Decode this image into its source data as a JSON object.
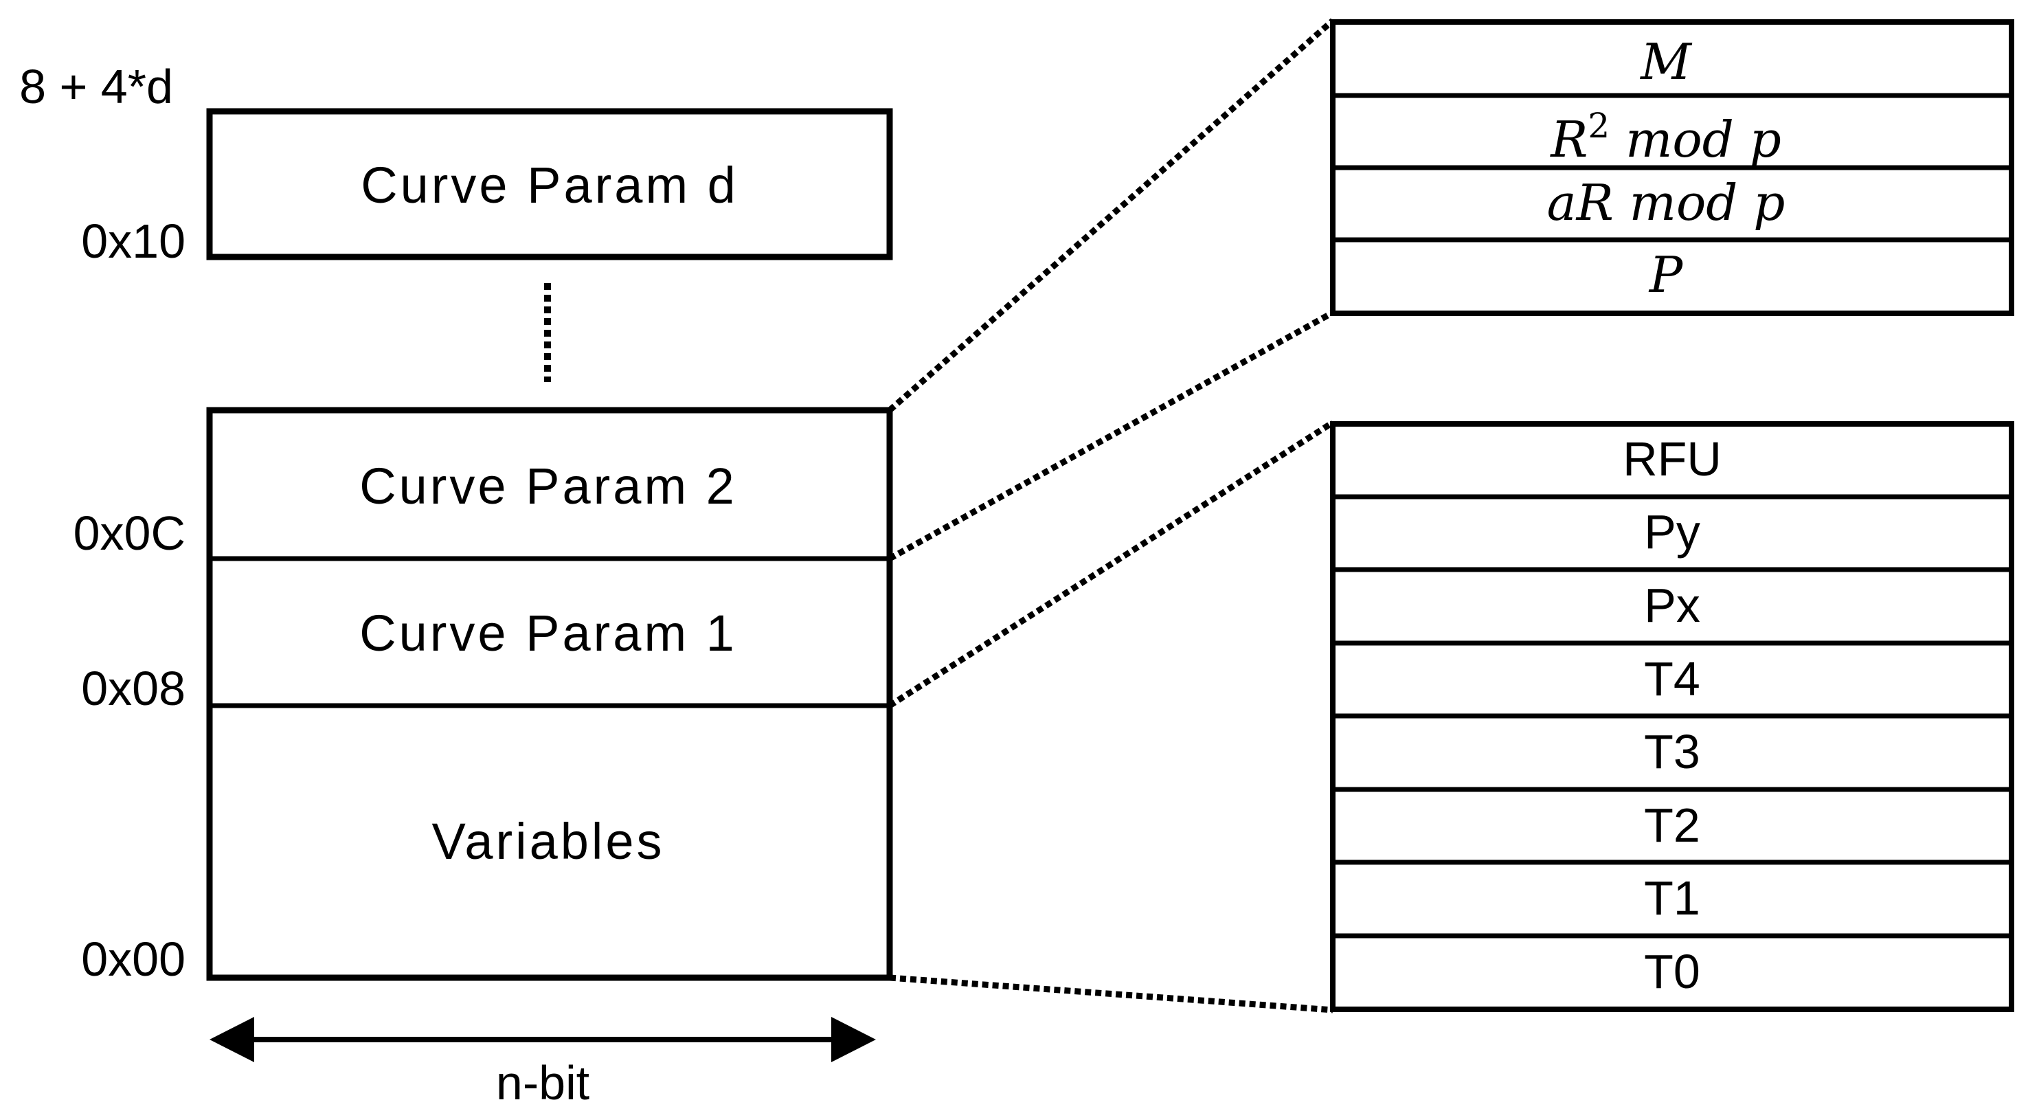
{
  "memory_map": {
    "top_address": "8 + 4*d",
    "addresses": {
      "addr_0x10": "0x10",
      "addr_0x0c": "0x0C",
      "addr_0x08": "0x08",
      "addr_0x00": "0x00"
    },
    "blocks": {
      "curve_param_d": "Curve Param d",
      "curve_param_2": "Curve Param 2",
      "curve_param_1": "Curve Param 1",
      "variables": "Variables"
    },
    "width_label": "n-bit"
  },
  "curve_param_detail": {
    "rows": [
      {
        "base": "M"
      },
      {
        "base": "R",
        "sup": "2",
        "rest": " mod p"
      },
      {
        "base": "aR mod p"
      },
      {
        "base": "P"
      }
    ]
  },
  "variables_detail": {
    "rows": [
      "RFU",
      "Py",
      "Px",
      "T4",
      "T3",
      "T2",
      "T1",
      "T0"
    ]
  }
}
